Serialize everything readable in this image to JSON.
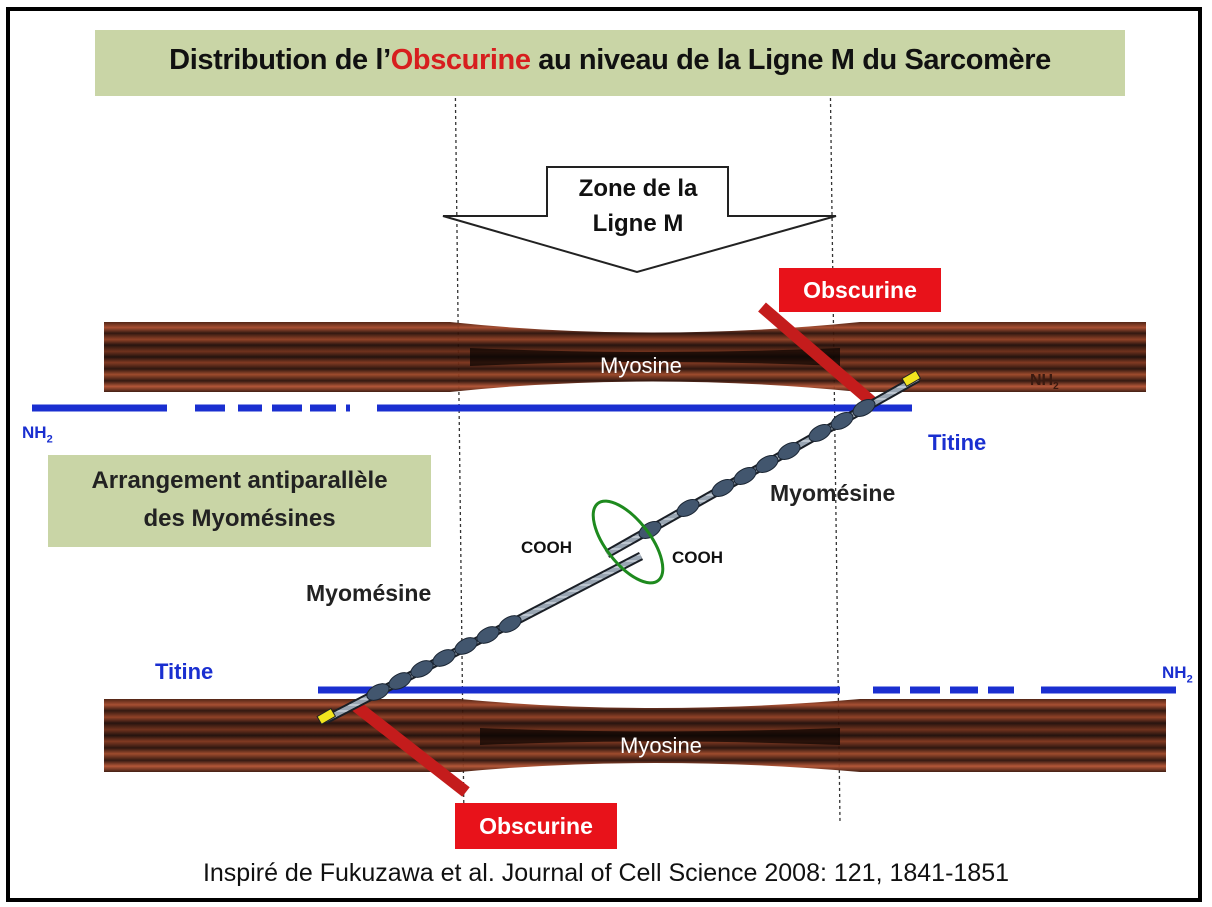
{
  "title": {
    "before": "Distribution de l’",
    "highlight": "Obscurine",
    "after": " au niveau de la Ligne M du Sarcomère"
  },
  "arrow": {
    "line1": "Zone de la",
    "line2": "Ligne M"
  },
  "obscurine_top": "Obscurine",
  "obscurine_bottom": "Obscurine",
  "myosine_top": "Myosine",
  "myosine_bottom": "Myosine",
  "nh2_left": "NH",
  "nh2_right_bottom": "NH",
  "nh2_right_top": "NH",
  "nh2_sub": "2",
  "titine_top": "Titine",
  "titine_bottom": "Titine",
  "arrangement": {
    "line1": "Arrangement antiparallèle",
    "line2": "des Myomésines"
  },
  "myomesine_right": "Myomésine",
  "myomesine_left": "Myomésine",
  "cooh_left": "COOH",
  "cooh_right": "COOH",
  "caption": "Inspiré de Fukuzawa et al. Journal of Cell Science  2008: 121, 1841-1851",
  "colors": {
    "title_highlight": "#d71e1e",
    "titine_blue": "#1a2fd0",
    "obscurine_red": "#e8121a",
    "box_green": "#c9d5a6",
    "myosin_dark": "#2a120a",
    "ring_green": "#1e8a1e"
  }
}
